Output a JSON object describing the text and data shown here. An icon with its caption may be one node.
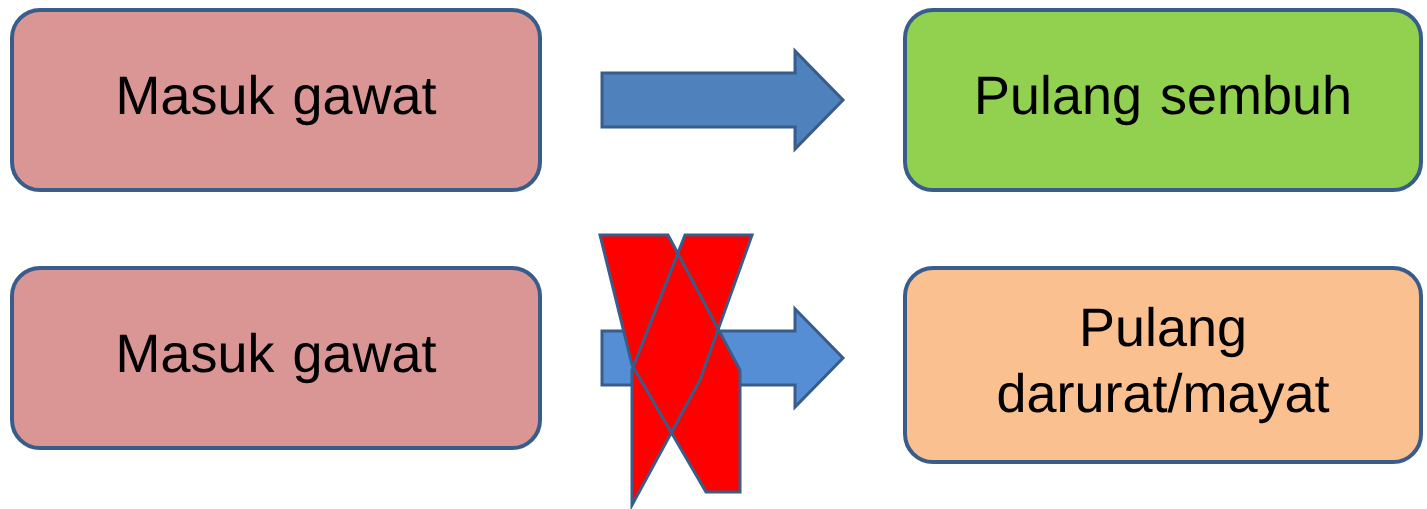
{
  "diagram": {
    "nodes": [
      {
        "text": [
          "Masuk gawat"
        ]
      },
      {
        "text": [
          "Pulang sembuh"
        ]
      },
      {
        "text": [
          "Masuk gawat"
        ]
      },
      {
        "text": [
          "Pulang darurat/mayat"
        ]
      }
    ],
    "edges": [
      {
        "from": 0,
        "to": 1,
        "arrow": "to"
      },
      {
        "from": 2,
        "to": 3,
        "arrow": "to"
      }
    ]
  }
}
